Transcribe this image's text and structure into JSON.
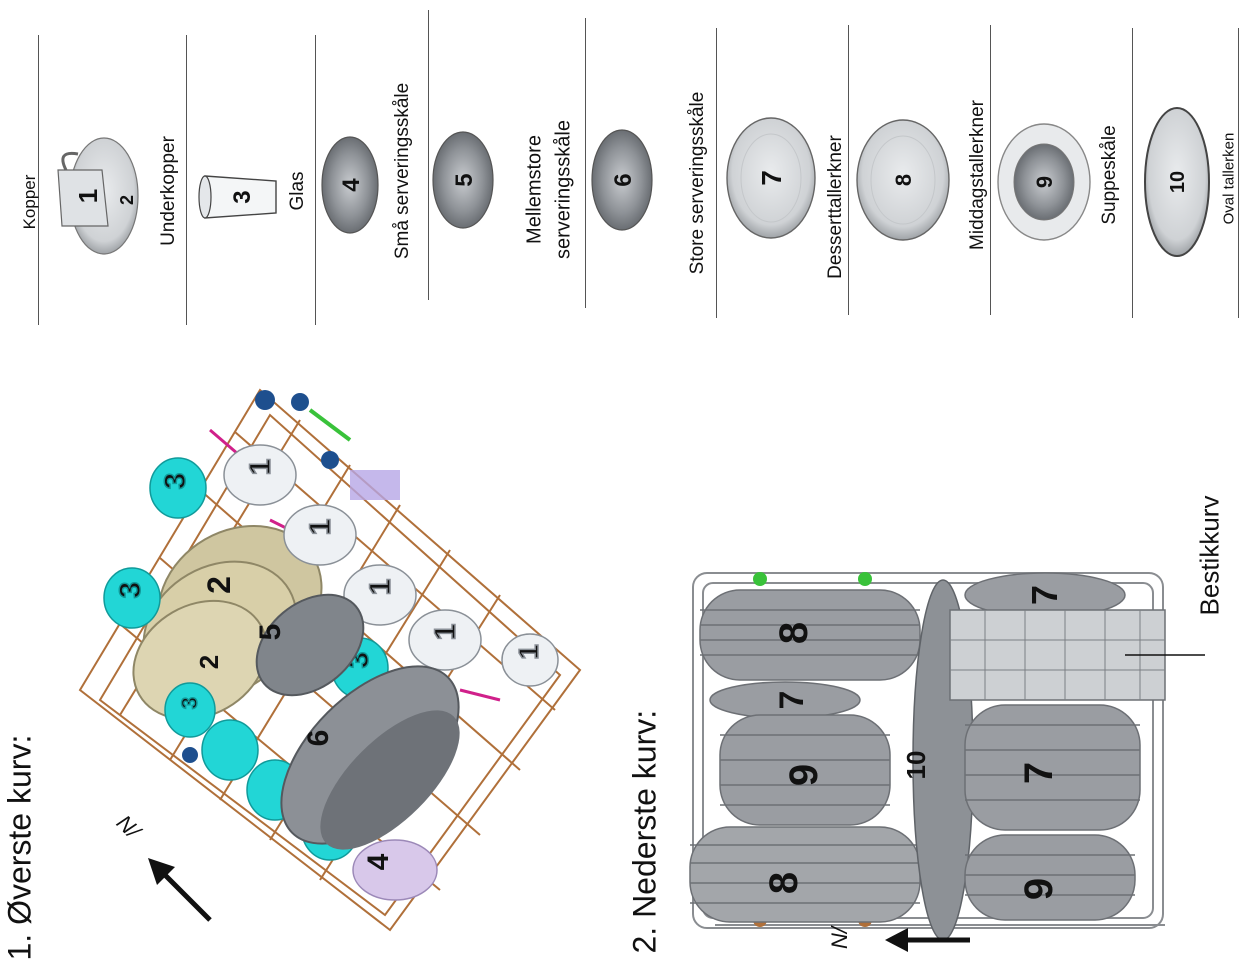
{
  "legend": {
    "items": [
      {
        "label": "Kopper"
      },
      {
        "label": "Underkopper"
      },
      {
        "label": "Glas"
      },
      {
        "label": "Små serveringsskåle"
      },
      {
        "label": "Mellemstore serveringsskåle"
      },
      {
        "label": "Store serveringsskåle"
      },
      {
        "label": "Desserttallerkner"
      },
      {
        "label": "Middagstallerkner"
      },
      {
        "label": "Suppeskåle"
      },
      {
        "label": "Oval tallerken"
      }
    ],
    "labels": {
      "mellem_line1": "Mellemstore",
      "mellem_line2": "serveringsskåle"
    },
    "numbers": [
      "1",
      "2",
      "3",
      "4",
      "5",
      "6",
      "7",
      "8",
      "9",
      "10"
    ]
  },
  "upper_basket": {
    "title": "1. Øverste kurv:",
    "arrow_label": "N/",
    "numbers": {
      "cup": "1",
      "saucer": "2",
      "glass": "3",
      "small_bowl": "4",
      "medium_bowl": "5",
      "large_bowl": "6"
    }
  },
  "lower_basket": {
    "title": "2. Nederste kurv:",
    "arrow_label": "N/",
    "cutlery_basket_label": "Bestikkurv",
    "numbers": {
      "dessert": "7",
      "dinner": "8",
      "soup": "9",
      "oval": "10"
    }
  },
  "colors": {
    "rack_wire": "#b0703a",
    "glass_cyan": "#22d6d6",
    "plate_grey": "#9a9da2",
    "plate_dark": "#777b80",
    "saucer_beige": "#cfc6a0",
    "cup_white": "#eef1f4",
    "bowl_lilac": "#d8c8ea",
    "arm_magenta": "#d0208a",
    "clip_green": "#39c23a",
    "clip_blue": "#1e4f8e"
  }
}
